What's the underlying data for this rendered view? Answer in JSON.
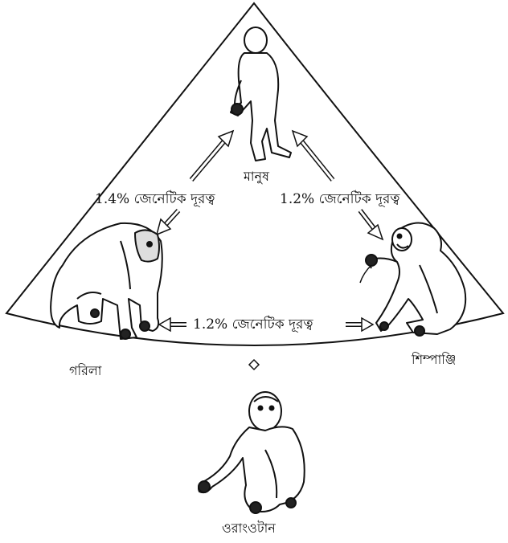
{
  "diagram": {
    "species": {
      "human": "মানুষ",
      "gorilla": "গরিলা",
      "chimpanzee": "শিম্পাঞ্জি",
      "orangutan": "ওরাংওটান"
    },
    "distances": {
      "human_gorilla": "1.4% জেনেটিক দূরত্ব",
      "human_chimpanzee": "1.2% জেনেটিক দূরত্ব",
      "gorilla_chimpanzee": "1.2% জেনেটিক দূরত্ব"
    }
  }
}
